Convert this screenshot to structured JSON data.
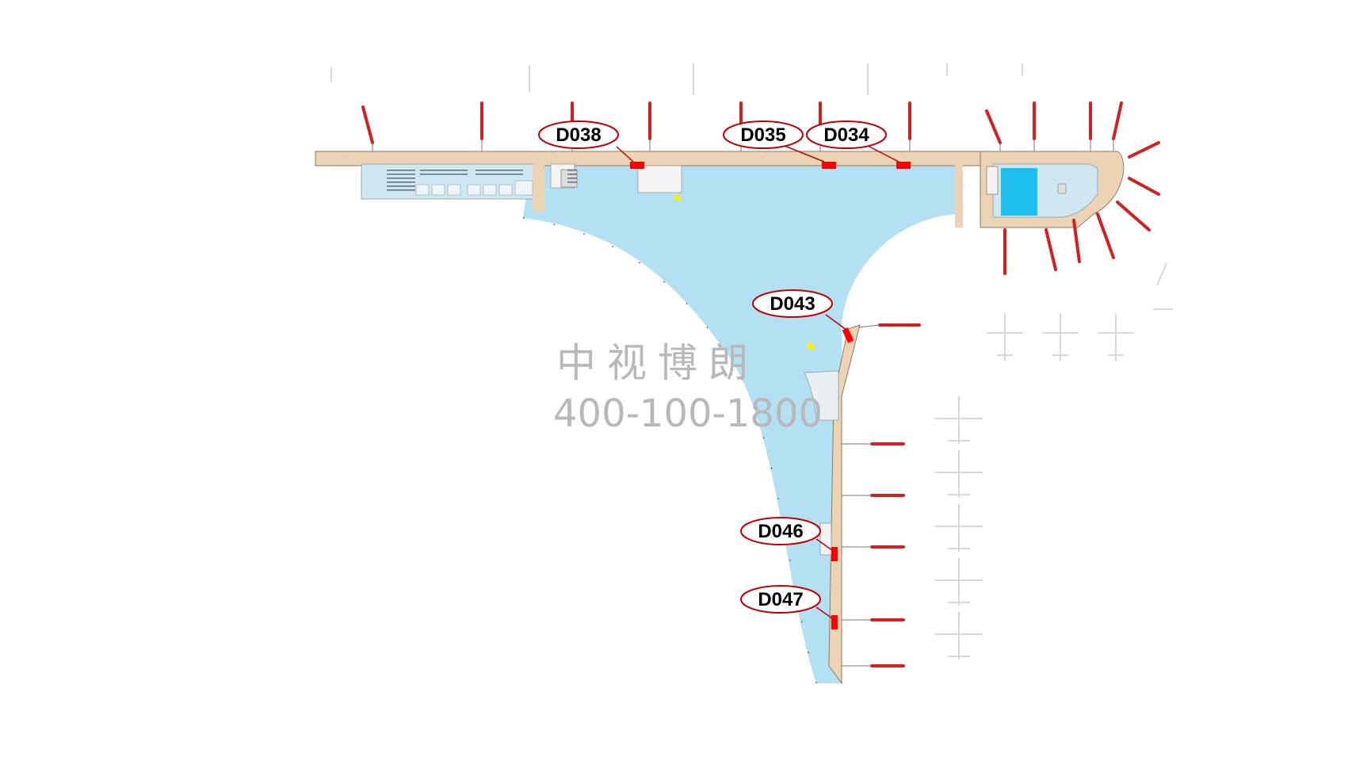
{
  "map": {
    "title": "",
    "watermark": {
      "line1": "中视博朗",
      "line2": "400-100-1800"
    },
    "colors": {
      "concourse": "#ecd3b4",
      "open_area": "#b3e1f3",
      "highlight_block": "#1ec0f0",
      "ad_marker": "#ff0000",
      "callout_border": "#c00000",
      "bridge": "#d41f1f",
      "yellow_marker": "#ffee00"
    },
    "ad_positions": [
      {
        "code": "D038"
      },
      {
        "code": "D035"
      },
      {
        "code": "D034"
      },
      {
        "code": "D043"
      },
      {
        "code": "D046"
      },
      {
        "code": "D047"
      }
    ]
  }
}
